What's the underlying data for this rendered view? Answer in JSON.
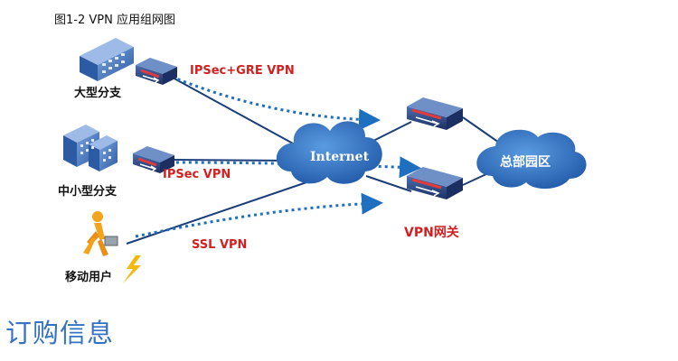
{
  "figure": {
    "caption": "图1-2  VPN 应用组网图"
  },
  "sites": {
    "large_branch": "大型分支",
    "medium_small_branch": "中小型分支",
    "mobile_user": "移动用户"
  },
  "links": {
    "ipsec_gre": "IPSec+GRE VPN",
    "ipsec": "IPSec VPN",
    "ssl": "SSL VPN"
  },
  "network": {
    "internet": "Internet",
    "hq": "总部园区",
    "vpn_gateway": "VPN网关"
  },
  "colors": {
    "label_red": "#d21f1f",
    "dotted_link_blue": "#1f6fc0",
    "solid_link_navy": "#1b3d7a",
    "cloud_blue": "#2f6fbf",
    "heading_blue": "#3572c4"
  },
  "section": {
    "heading": "订购信息"
  }
}
